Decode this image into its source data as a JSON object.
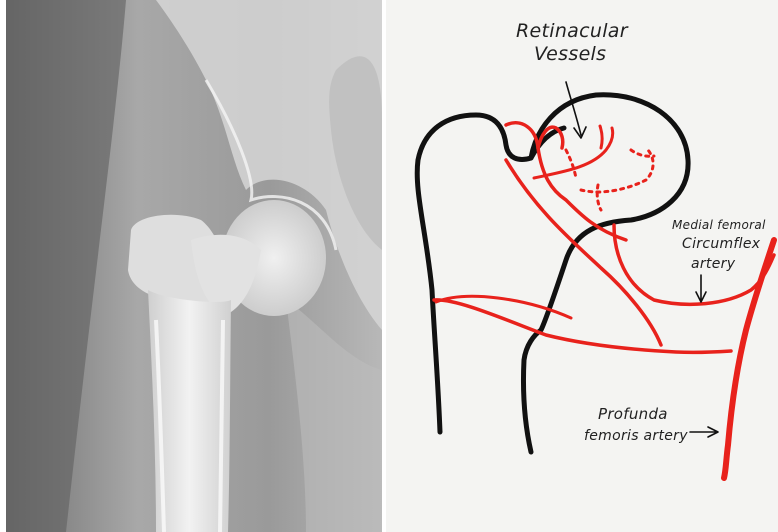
{
  "panels": {
    "left": "radiograph",
    "right": "hand-drawn-diagram"
  },
  "colors": {
    "bone_outline": "#111111",
    "artery": "#e8221c",
    "paper": "#f4f4f2",
    "xray_background": "#8d8d8d",
    "bone_light": "#e6e6e6"
  },
  "labels": {
    "retinacular_1": "Retinacular",
    "retinacular_2": "Vessels",
    "medial_1": "Medial femoral",
    "medial_2": "Circumflex",
    "medial_3": "artery",
    "profunda_1": "Profunda",
    "profunda_2": "femoris artery"
  }
}
